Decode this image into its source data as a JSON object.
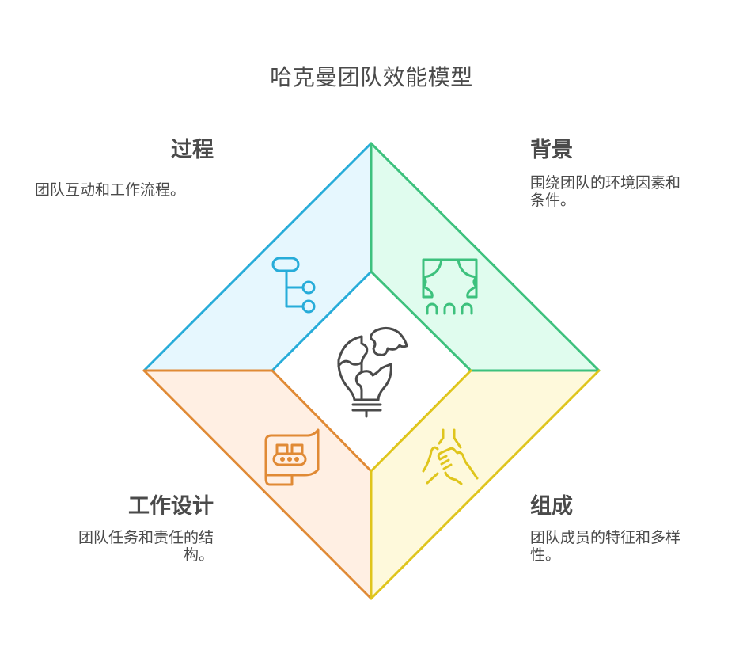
{
  "title": "哈克曼团队效能模型",
  "center": {
    "icon": "lightbulb-puzzle-icon",
    "color": "#4a4a4a"
  },
  "quadrants": [
    {
      "key": "process",
      "label": "过程",
      "description": "团队互动和工作流程。",
      "position": "top-left",
      "icon": "flowchart-icon",
      "fill": "#e6f7fe",
      "stroke": "#27acd9"
    },
    {
      "key": "context",
      "label": "背景",
      "description": "围绕团队的环境因素和条件。",
      "desc_lines": [
        "围绕团队的环境因素和",
        "条件。"
      ],
      "position": "top-right",
      "icon": "theater-curtain-icon",
      "fill": "#e0fcee",
      "stroke": "#3dc17d"
    },
    {
      "key": "job_design",
      "label": "工作设计",
      "description": "团队任务和责任的结构。",
      "desc_lines": [
        "团队任务和责任的结",
        "构。"
      ],
      "position": "bottom-left",
      "icon": "conveyor-belt-icon",
      "fill": "#ffefe3",
      "stroke": "#e08a35"
    },
    {
      "key": "composition",
      "label": "组成",
      "description": "团队成员的特征和多样性。",
      "desc_lines": [
        "团队成员的特征和多样",
        "性。"
      ],
      "position": "bottom-right",
      "icon": "stacked-hands-icon",
      "fill": "#fef9db",
      "stroke": "#dfc51c"
    }
  ]
}
